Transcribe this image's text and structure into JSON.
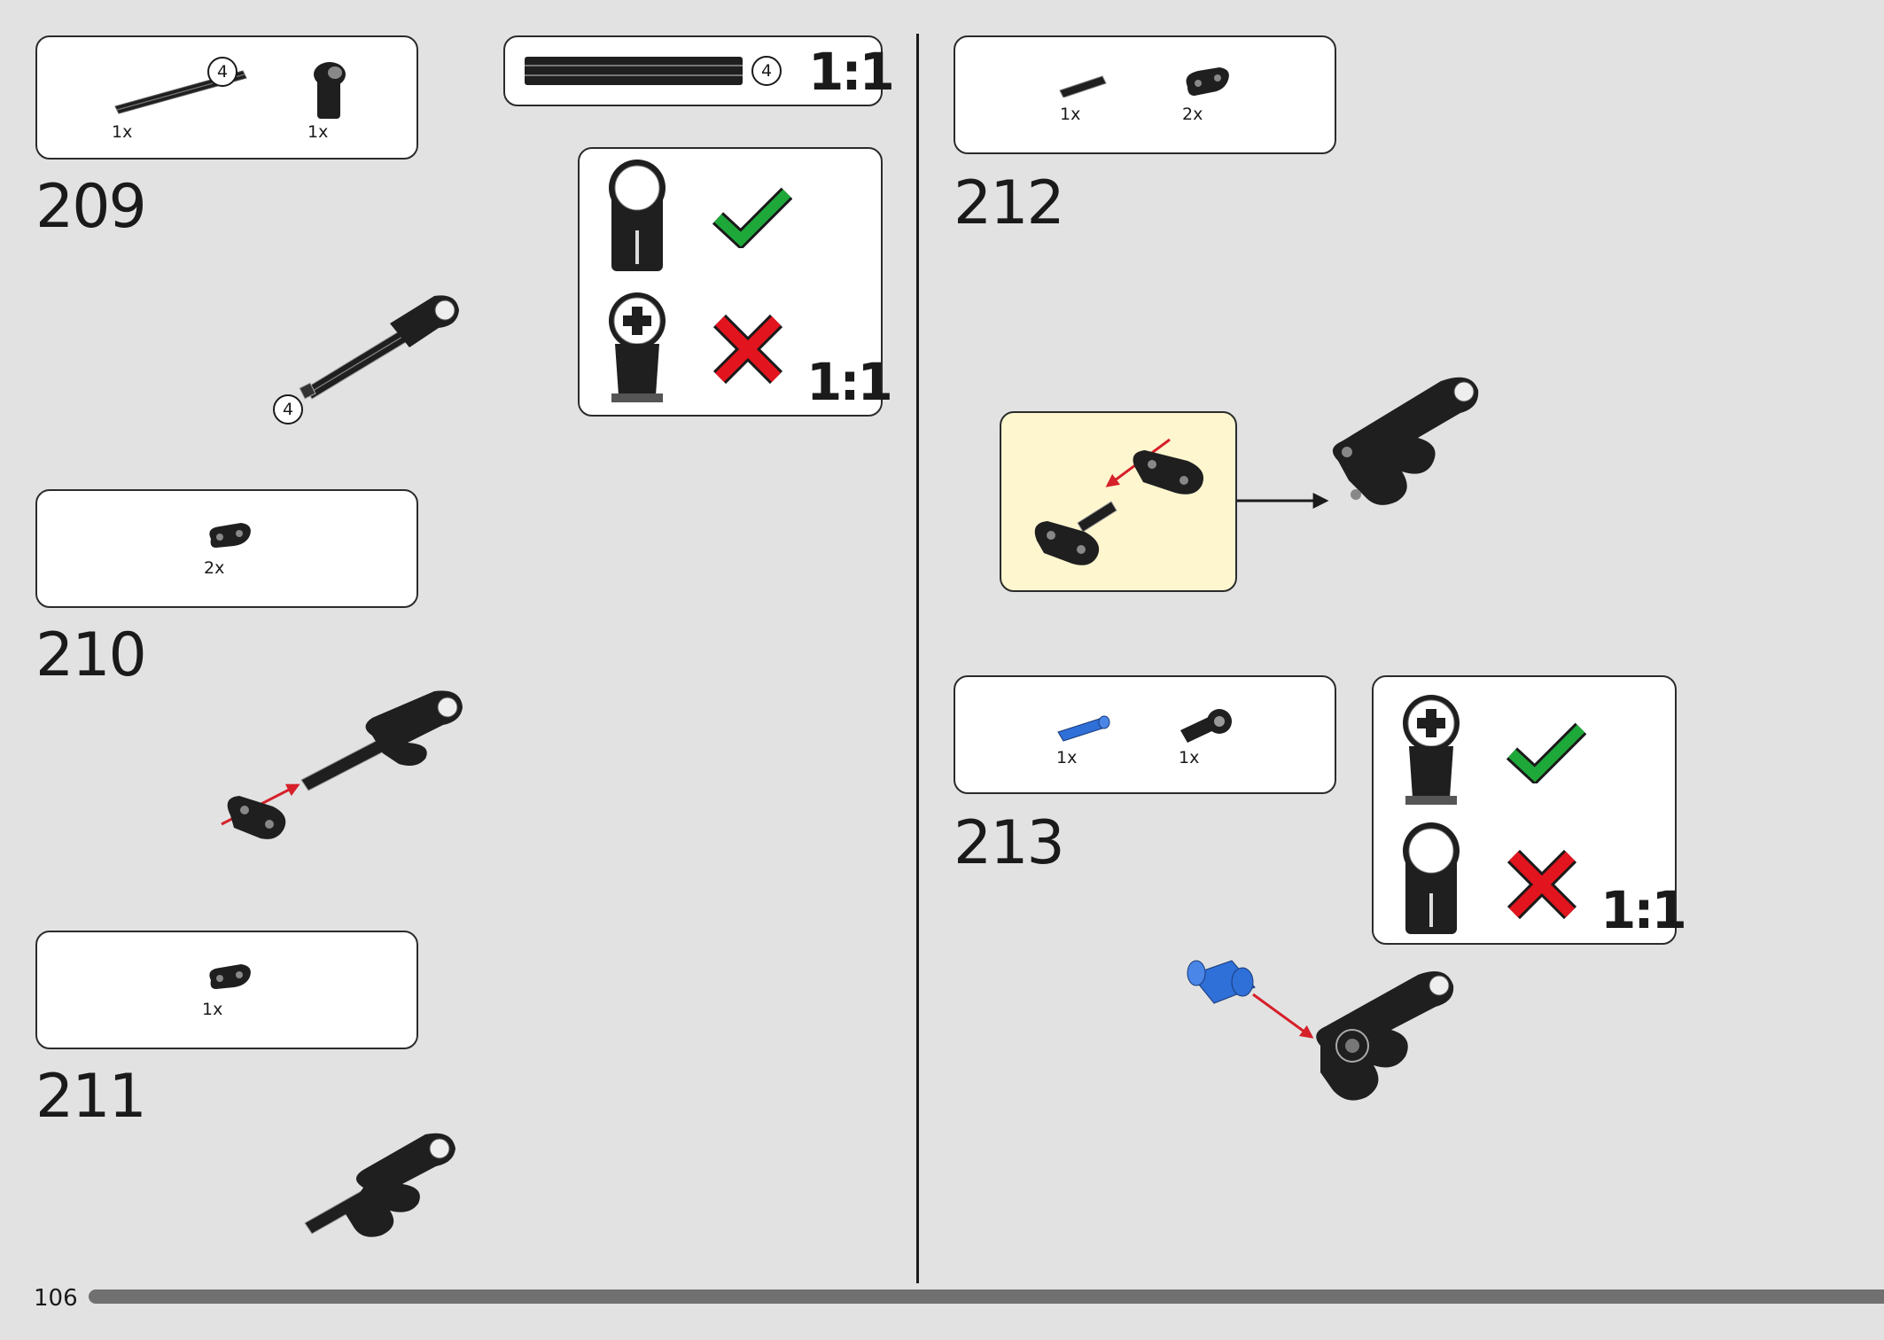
{
  "page_number": "106",
  "steps": {
    "s209": {
      "number": "209",
      "parts": [
        {
          "qty": "1x"
        },
        {
          "qty": "1x"
        }
      ],
      "axle_length": "4",
      "callout_length": "4"
    },
    "s210": {
      "number": "210",
      "parts": [
        {
          "qty": "2x"
        }
      ]
    },
    "s211": {
      "number": "211",
      "parts": [
        {
          "qty": "1x"
        }
      ]
    },
    "s212": {
      "number": "212",
      "parts": [
        {
          "qty": "1x"
        },
        {
          "qty": "2x"
        }
      ]
    },
    "s213": {
      "number": "213",
      "parts": [
        {
          "qty": "1x"
        },
        {
          "qty": "1x"
        }
      ]
    }
  },
  "scale_box": {
    "length": "4",
    "scale": "1:1"
  },
  "orientation_box_1": {
    "scale": "1:1",
    "correct_icon": "check-icon",
    "wrong_icon": "cross-icon"
  },
  "orientation_box_2": {
    "scale": "1:1",
    "correct_icon": "check-icon",
    "wrong_icon": "cross-icon"
  },
  "colors": {
    "background": "#e2e2e2",
    "part": "#1f1f1f",
    "check": "#1fa83a",
    "cross": "#e2141e",
    "arrow": "#d6202a",
    "blue_pin": "#2f6fd8",
    "callout": "#fdf6cf"
  }
}
